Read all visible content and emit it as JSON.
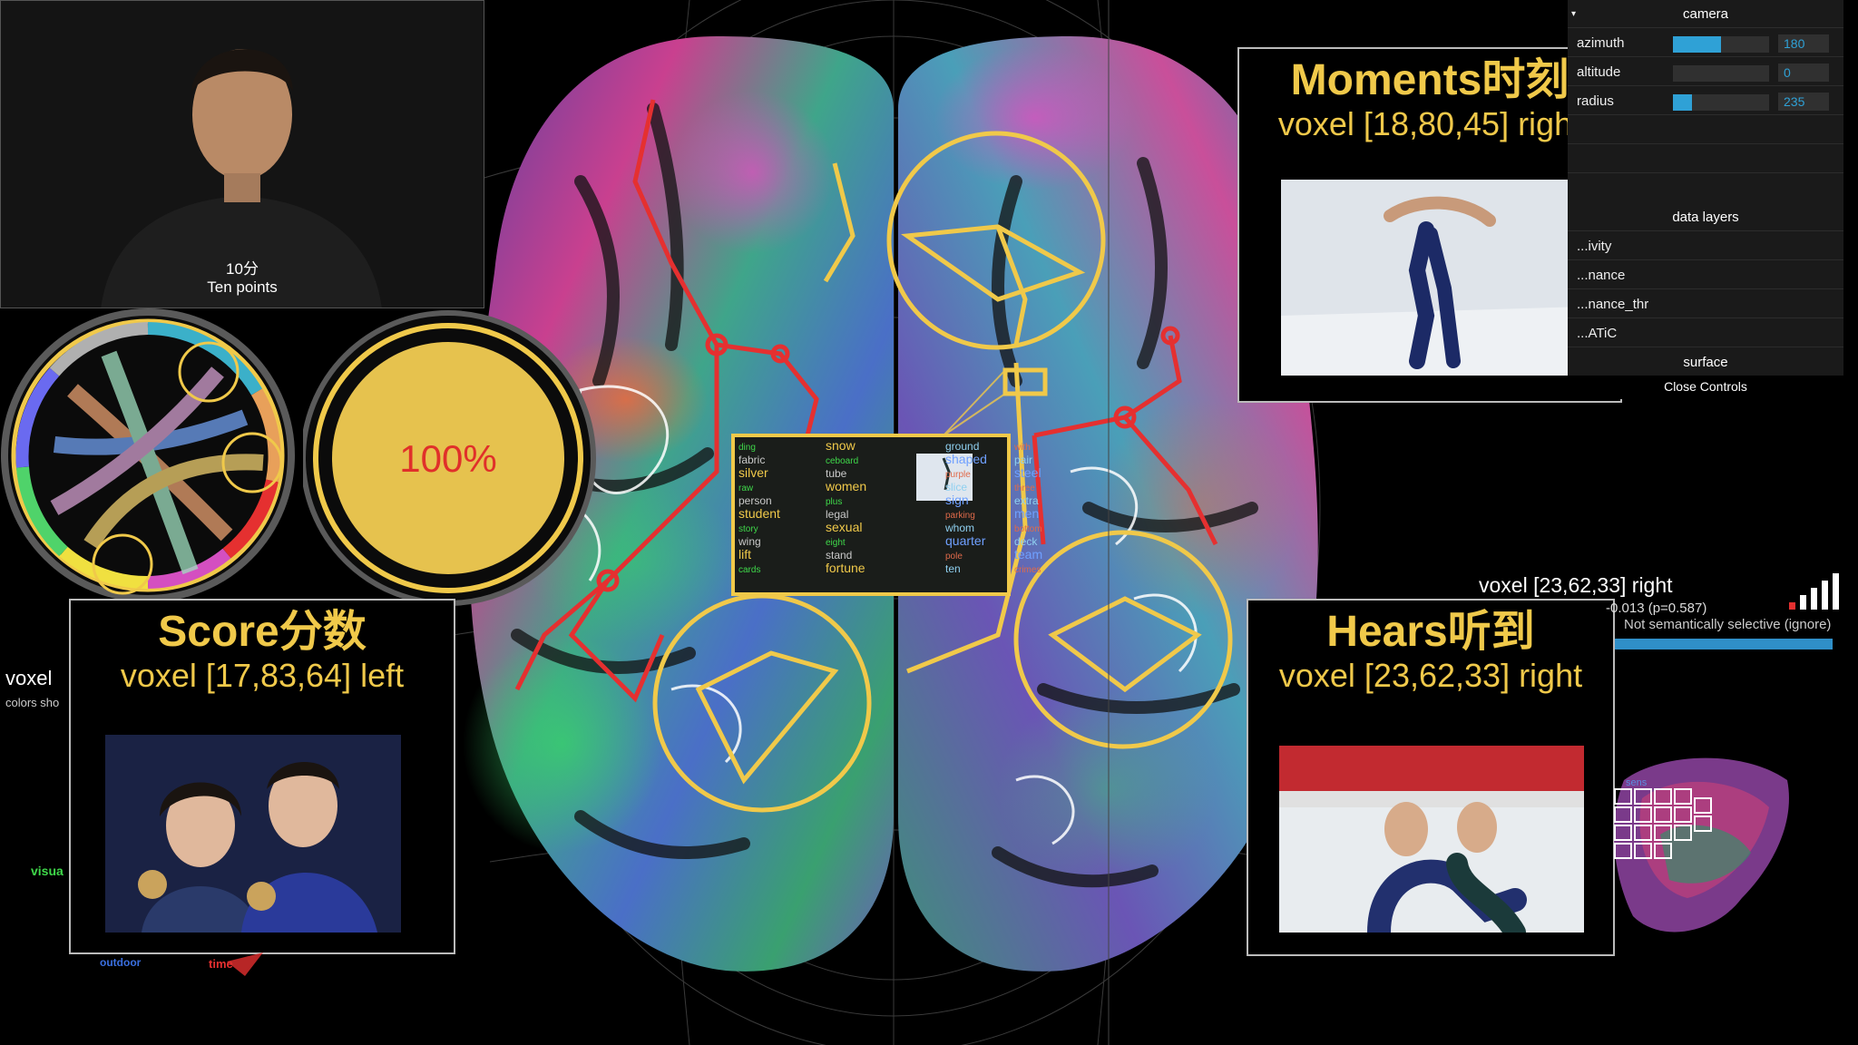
{
  "video": {
    "caption_cn": "10分",
    "caption_en": "Ten points"
  },
  "progress": {
    "label": "100%",
    "value": 1.0
  },
  "wordcloud_words": [
    "ding",
    "ground",
    "snow",
    "with",
    "fabric",
    "shaped",
    "ceboard",
    "pair",
    "silver",
    "purple",
    "tube",
    "steel",
    "raw",
    "slice",
    "women",
    "three",
    "person",
    "sign",
    "plus",
    "extra",
    "student",
    "parking",
    "legal",
    "men",
    "story",
    "whom",
    "sexual",
    "bottom",
    "wing",
    "quarter",
    "eight",
    "deck",
    "lift",
    "pole",
    "stand",
    "team",
    "cards",
    "ten",
    "fortune",
    "crimes"
  ],
  "cards": {
    "moments": {
      "title": "Moments时刻",
      "voxel": "voxel [18,80,45] right"
    },
    "score": {
      "title": "Score分数",
      "voxel": "voxel [17,83,64] left"
    },
    "hears": {
      "title": "Hears听到",
      "voxel": "voxel [23,62,33] right"
    }
  },
  "controls": {
    "camera_header": "camera",
    "rows": [
      {
        "label": "azimuth",
        "value": "180",
        "fill": 0.5
      },
      {
        "label": "altitude",
        "value": "0",
        "fill": 0.0
      },
      {
        "label": "radius",
        "value": "235",
        "fill": 0.2
      }
    ],
    "data_layers_header": "data layers",
    "layers": [
      "...ivity",
      "...nance",
      "...nance_thr",
      "...ATiC"
    ],
    "surface_header": "surface",
    "close_label": "Close Controls"
  },
  "voxel_info": {
    "title": "voxel [23,62,33] right",
    "stat": "-0.013 (p=0.587)",
    "note": "Not semantically selective (ignore)"
  },
  "left_info": {
    "title": "voxel",
    "caption": "colors sho",
    "visual_label": "visua",
    "outdoor_label": "outdoor",
    "time_label": "time"
  },
  "flatmap": {
    "label": "sens"
  },
  "colors": {
    "accent_gold": "#f0c94a",
    "network_red": "#e53030",
    "progress_text": "#e0302a",
    "slider_blue": "#2fa1d6"
  }
}
